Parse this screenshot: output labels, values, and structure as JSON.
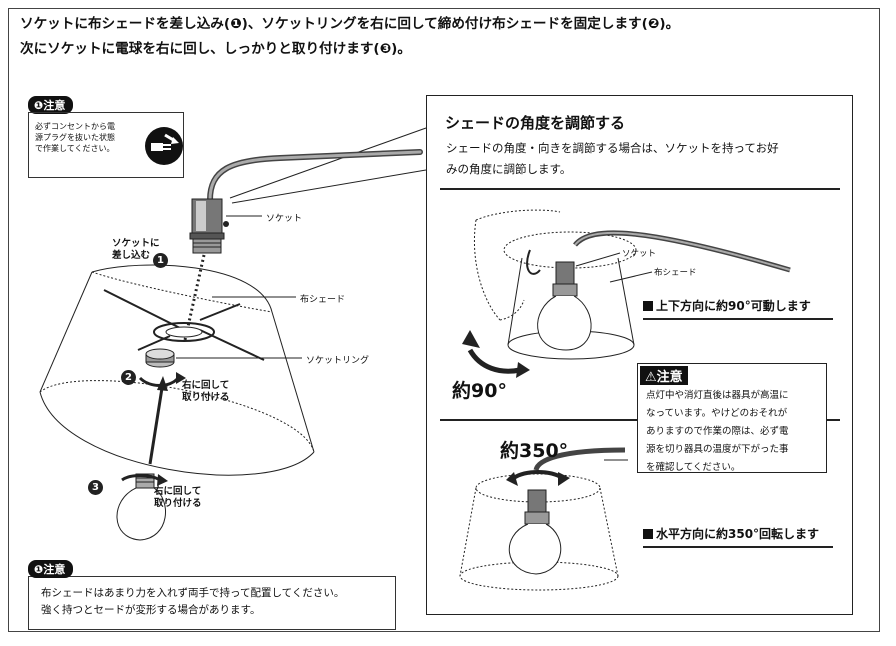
{
  "intro": {
    "line1": "ソケットに布シェードを差し込み(❶)、ソケットリングを右に回して締め付け布シェードを固定します(❷)。",
    "line2": "次にソケットに電球を右に回し、しっかりと取り付けます(❸)。"
  },
  "caution_top": {
    "heading": "❶注意",
    "lines": [
      "必ずコンセントから電",
      "源プラグを抜いた状態",
      "で作業してください。"
    ],
    "icon": "unplug-icon"
  },
  "caution_bottom": {
    "heading": "❶注意",
    "lines": [
      "布シェードはあまり力を入れず両手で持って配置してください。",
      "強く持つとセードが変形する場合があります。"
    ]
  },
  "left_diagram": {
    "socket_label": "ソケット",
    "shade_label": "布シェード",
    "ring_label": "ソケットリング",
    "step1": {
      "num": "1",
      "lines": [
        "ソケットに",
        "差し込む"
      ]
    },
    "step2": {
      "num": "2",
      "lines": [
        "右に回して",
        "取り付ける"
      ]
    },
    "step3": {
      "num": "3",
      "lines": [
        "右に回して",
        "取り付ける"
      ]
    }
  },
  "panel": {
    "title": "シェードの角度を調節する",
    "desc": [
      "シェードの角度・向きを調節する場合は、ソケットを持ってお好",
      "みの角度に調節します。"
    ],
    "socket_label": "ソケット",
    "shade_label": "布シェード",
    "note1": "上下方向に約90°可動します",
    "angle1": "約90°",
    "note2": "水平方向に約350°回転します",
    "angle2": "約350°",
    "warning": {
      "heading": "⚠注意",
      "lines": [
        "点灯中や消灯直後は器具が高温に",
        "なっています。やけどのおそれが",
        "ありますので作業の際は、必ず電",
        "源を切り器具の温度が下がった事",
        "を確認してください。"
      ]
    }
  }
}
